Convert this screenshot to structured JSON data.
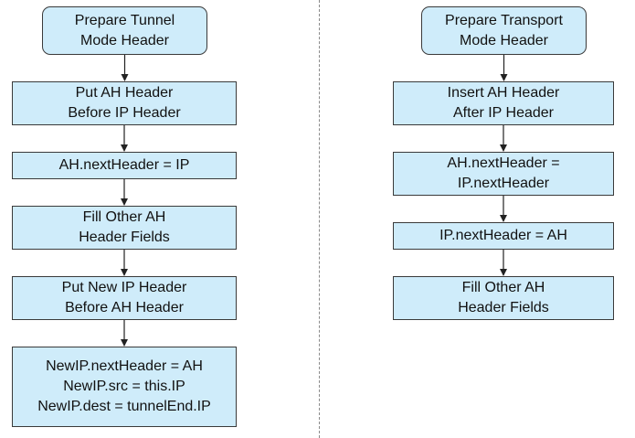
{
  "diagram": {
    "tunnel": {
      "start": "Prepare Tunnel\nMode Header",
      "steps": [
        "Put AH Header\nBefore IP Header",
        "AH.nextHeader = IP",
        "Fill Other AH\nHeader Fields",
        "Put New IP Header\nBefore AH Header",
        "NewIP.nextHeader = AH\nNewIP.src = this.IP\nNewIP.dest = tunnelEnd.IP"
      ]
    },
    "transport": {
      "start": "Prepare Transport\nMode Header",
      "steps": [
        "Insert AH Header\nAfter IP Header",
        "AH.nextHeader =\nIP.nextHeader",
        "IP.nextHeader = AH",
        "Fill Other AH\nHeader Fields"
      ]
    }
  },
  "colors": {
    "node_fill": "#cfecfa",
    "node_border": "#3a3a3a",
    "connector": "#222222",
    "divider": "#8a8a8a"
  }
}
